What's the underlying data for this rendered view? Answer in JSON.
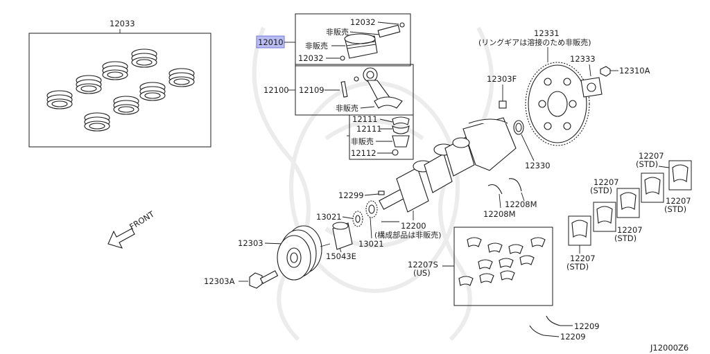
{
  "diagram_id": "J12000Z6",
  "labels": {
    "l12033": "12033",
    "l12010": "12010",
    "l12032a": "12032",
    "l12032b": "12032",
    "hanbai1": "非販売",
    "hanbai2": "非販売",
    "l12100": "12100",
    "l12109": "12109",
    "hanbai3": "非販売",
    "l12111a": "12111",
    "l12111b": "12111",
    "hanbai4": "非販売",
    "l12112": "12112",
    "l12331": "12331",
    "l12331note": "(リングギアは溶接のため非販売)",
    "l12333": "12333",
    "l12310A": "12310A",
    "l12303F": "12303F",
    "l12330": "12330",
    "l12299": "12299",
    "l12208M_a": "12208M",
    "l12208M_b": "12208M",
    "l12200": "12200",
    "l12200note": "(構成部品は非販売)",
    "l13021a": "13021",
    "l13021b": "13021",
    "l12303": "12303",
    "l15043E": "15043E",
    "l12303A": "12303A",
    "l12207S": "12207S",
    "lUS": "(US)",
    "l12207_1": "12207",
    "std1": "(STD)",
    "l12207_2": "12207",
    "std2": "(STD)",
    "l12207_3": "12207",
    "std3": "(STD)",
    "l12207_4": "12207",
    "std4": "(STD)",
    "l12207_5": "12207",
    "std5": "(STD)",
    "l12209a": "12209",
    "l12209b": "12209",
    "front": "FRONT"
  },
  "highlight_color": "#b9bdf2"
}
